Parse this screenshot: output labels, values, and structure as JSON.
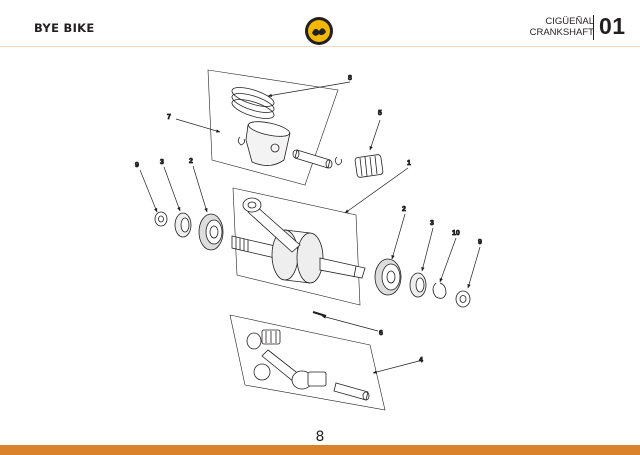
{
  "header": {
    "brand": "BYE BIKE",
    "section_title_es": "CIGÜEÑAL",
    "section_title_en": "CRANKSHAFT",
    "section_number": "01"
  },
  "diagram": {
    "callouts": [
      "8",
      "7",
      "5",
      "9",
      "3",
      "2",
      "1",
      "2",
      "3",
      "10",
      "9",
      "6",
      "4"
    ]
  },
  "footer": {
    "page_number": "8",
    "accent_color": "#d9822b"
  },
  "logo": {
    "icon": "byebike-logo-icon",
    "color": "#f5b800"
  }
}
